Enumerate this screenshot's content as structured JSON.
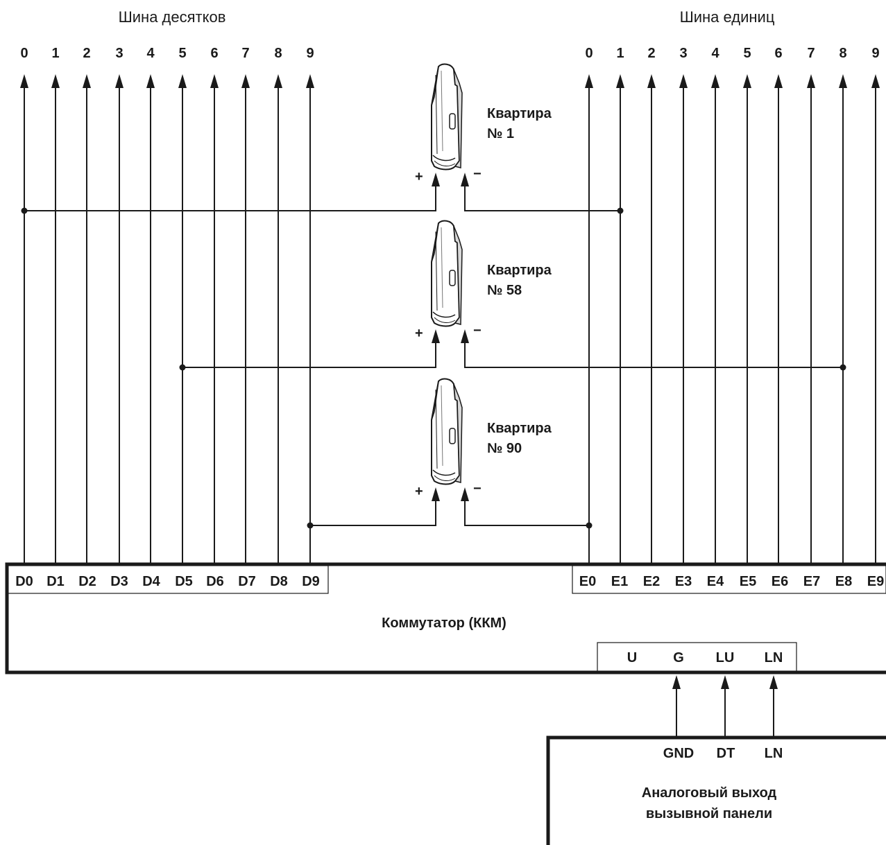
{
  "bus_tens": {
    "title": "Шина десятков",
    "numbers": [
      "0",
      "1",
      "2",
      "3",
      "4",
      "5",
      "6",
      "7",
      "8",
      "9"
    ],
    "terminals": [
      "D0",
      "D1",
      "D2",
      "D3",
      "D4",
      "D5",
      "D6",
      "D7",
      "D8",
      "D9"
    ]
  },
  "bus_units": {
    "title": "Шина единиц",
    "numbers": [
      "0",
      "1",
      "2",
      "3",
      "4",
      "5",
      "6",
      "7",
      "8",
      "9"
    ],
    "terminals": [
      "E0",
      "E1",
      "E2",
      "E3",
      "E4",
      "E5",
      "E6",
      "E7",
      "E8",
      "E9"
    ]
  },
  "apartments": [
    {
      "line1": "Квартира",
      "line2": "№ 1",
      "plus": "+",
      "minus": "−",
      "tens_index": 0,
      "units_index": 1
    },
    {
      "line1": "Квартира",
      "line2": "№ 58",
      "plus": "+",
      "minus": "−",
      "tens_index": 5,
      "units_index": 8
    },
    {
      "line1": "Квартира",
      "line2": "№ 90",
      "plus": "+",
      "minus": "−",
      "tens_index": 9,
      "units_index": 0
    }
  ],
  "switch": {
    "label": "Коммутатор (ККМ)",
    "output_terminals": [
      "U",
      "G",
      "LU",
      "LN"
    ]
  },
  "panel": {
    "terminals": [
      "GND",
      "DT",
      "LN"
    ],
    "label_line1": "Аналоговый выход",
    "label_line2": "вызывной панели"
  }
}
